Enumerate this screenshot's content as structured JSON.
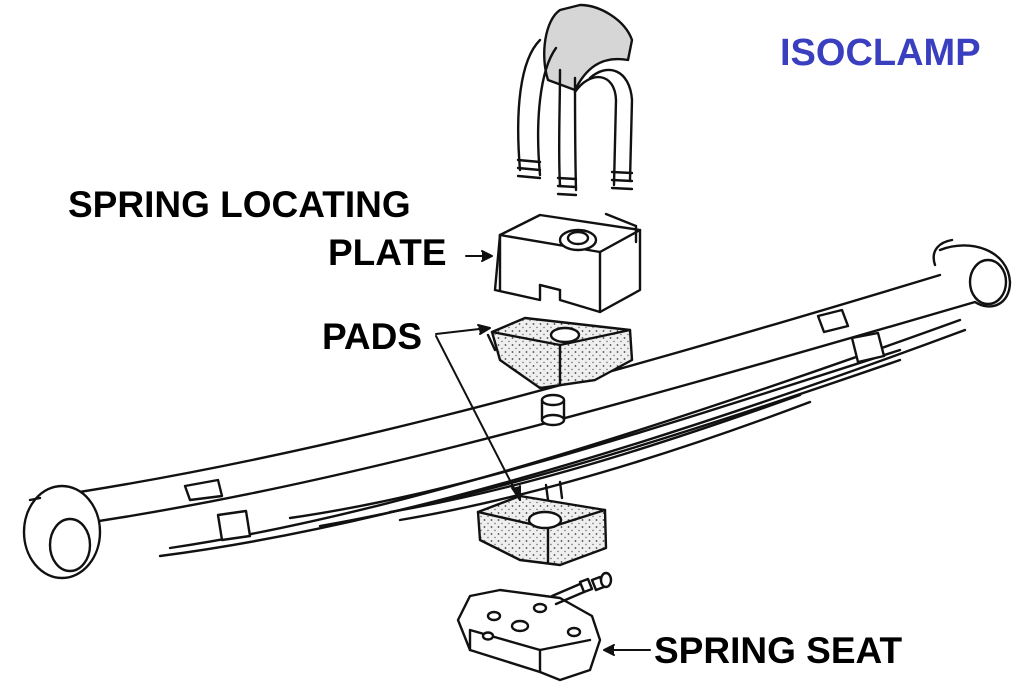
{
  "title": {
    "text": "ISOCLAMP",
    "color": "#3a3fbf"
  },
  "labels": {
    "spring_locating_plate_line1": "SPRING LOCATING",
    "spring_locating_plate_line2": "PLATE",
    "pads": "PADS",
    "spring_seat": "SPRING SEAT"
  },
  "colors": {
    "ink": "#111111",
    "paper": "#ffffff",
    "pad_fill": "#e9e9e9"
  }
}
